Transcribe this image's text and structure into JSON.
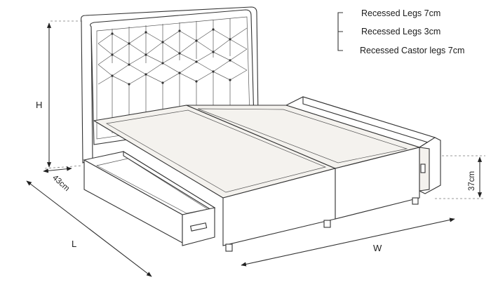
{
  "legend": {
    "items": [
      {
        "label": "Recessed Legs 7cm"
      },
      {
        "label": "Recessed Legs 3cm"
      },
      {
        "label": "Recessed Castor legs 7cm"
      }
    ]
  },
  "dimensions": {
    "height": "H",
    "drawer_depth": "43cm",
    "length": "L",
    "width": "W",
    "base_height": "37cm"
  }
}
